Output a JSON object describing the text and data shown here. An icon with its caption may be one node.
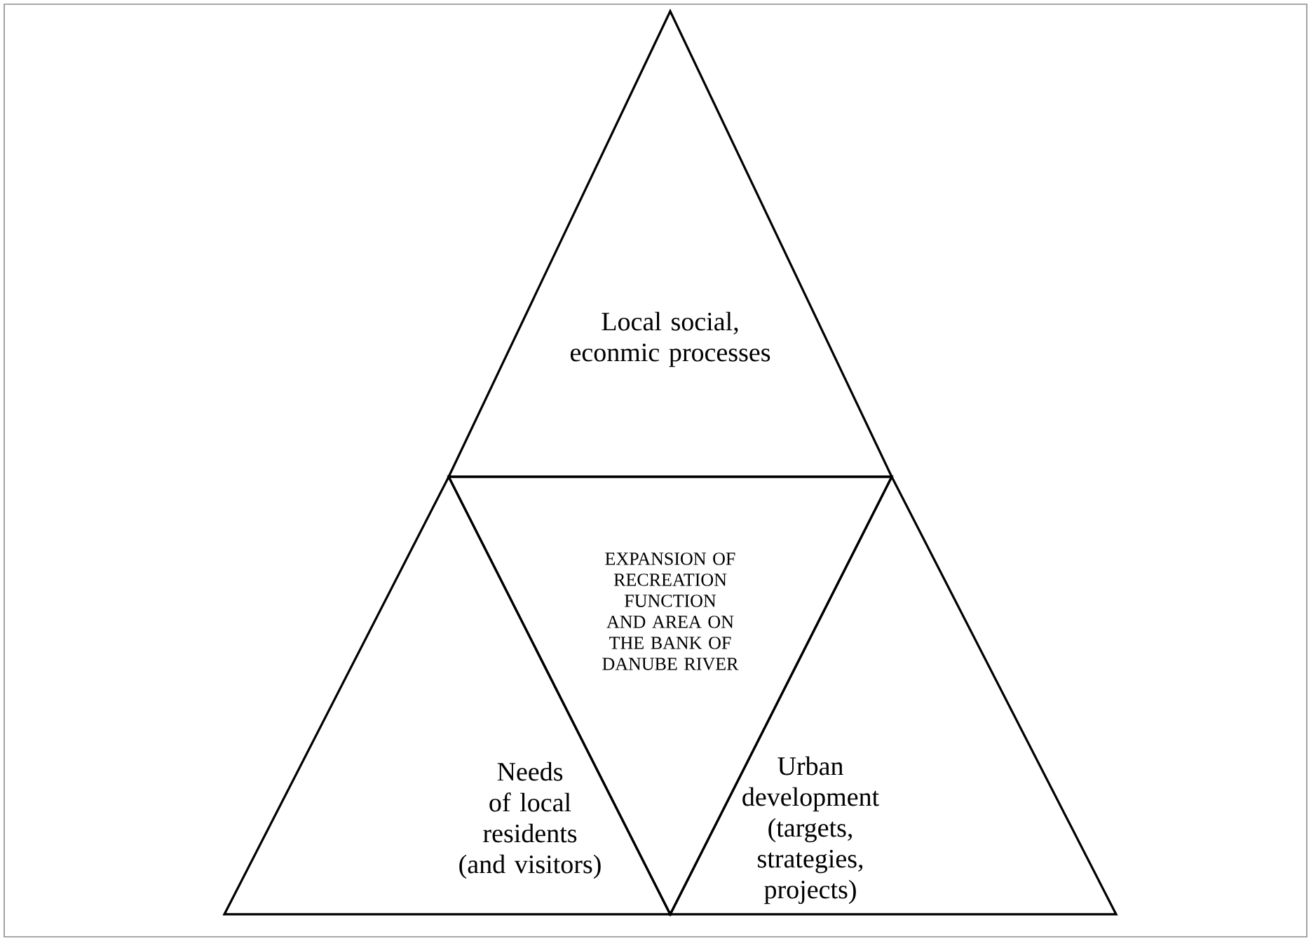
{
  "diagram": {
    "nodes": [
      {
        "text": [
          "Local social, econmic processes"
        ]
      },
      {
        "text": [
          "EXPANSION OF RECREATION FUNCTION AND AREA ON THE BANK OF DANUBE RIVER"
        ]
      },
      {
        "text": [
          "Needs of local residents (and visitors)"
        ]
      },
      {
        "text": [
          "Urban development (targets, strategies, projects)"
        ]
      }
    ]
  }
}
